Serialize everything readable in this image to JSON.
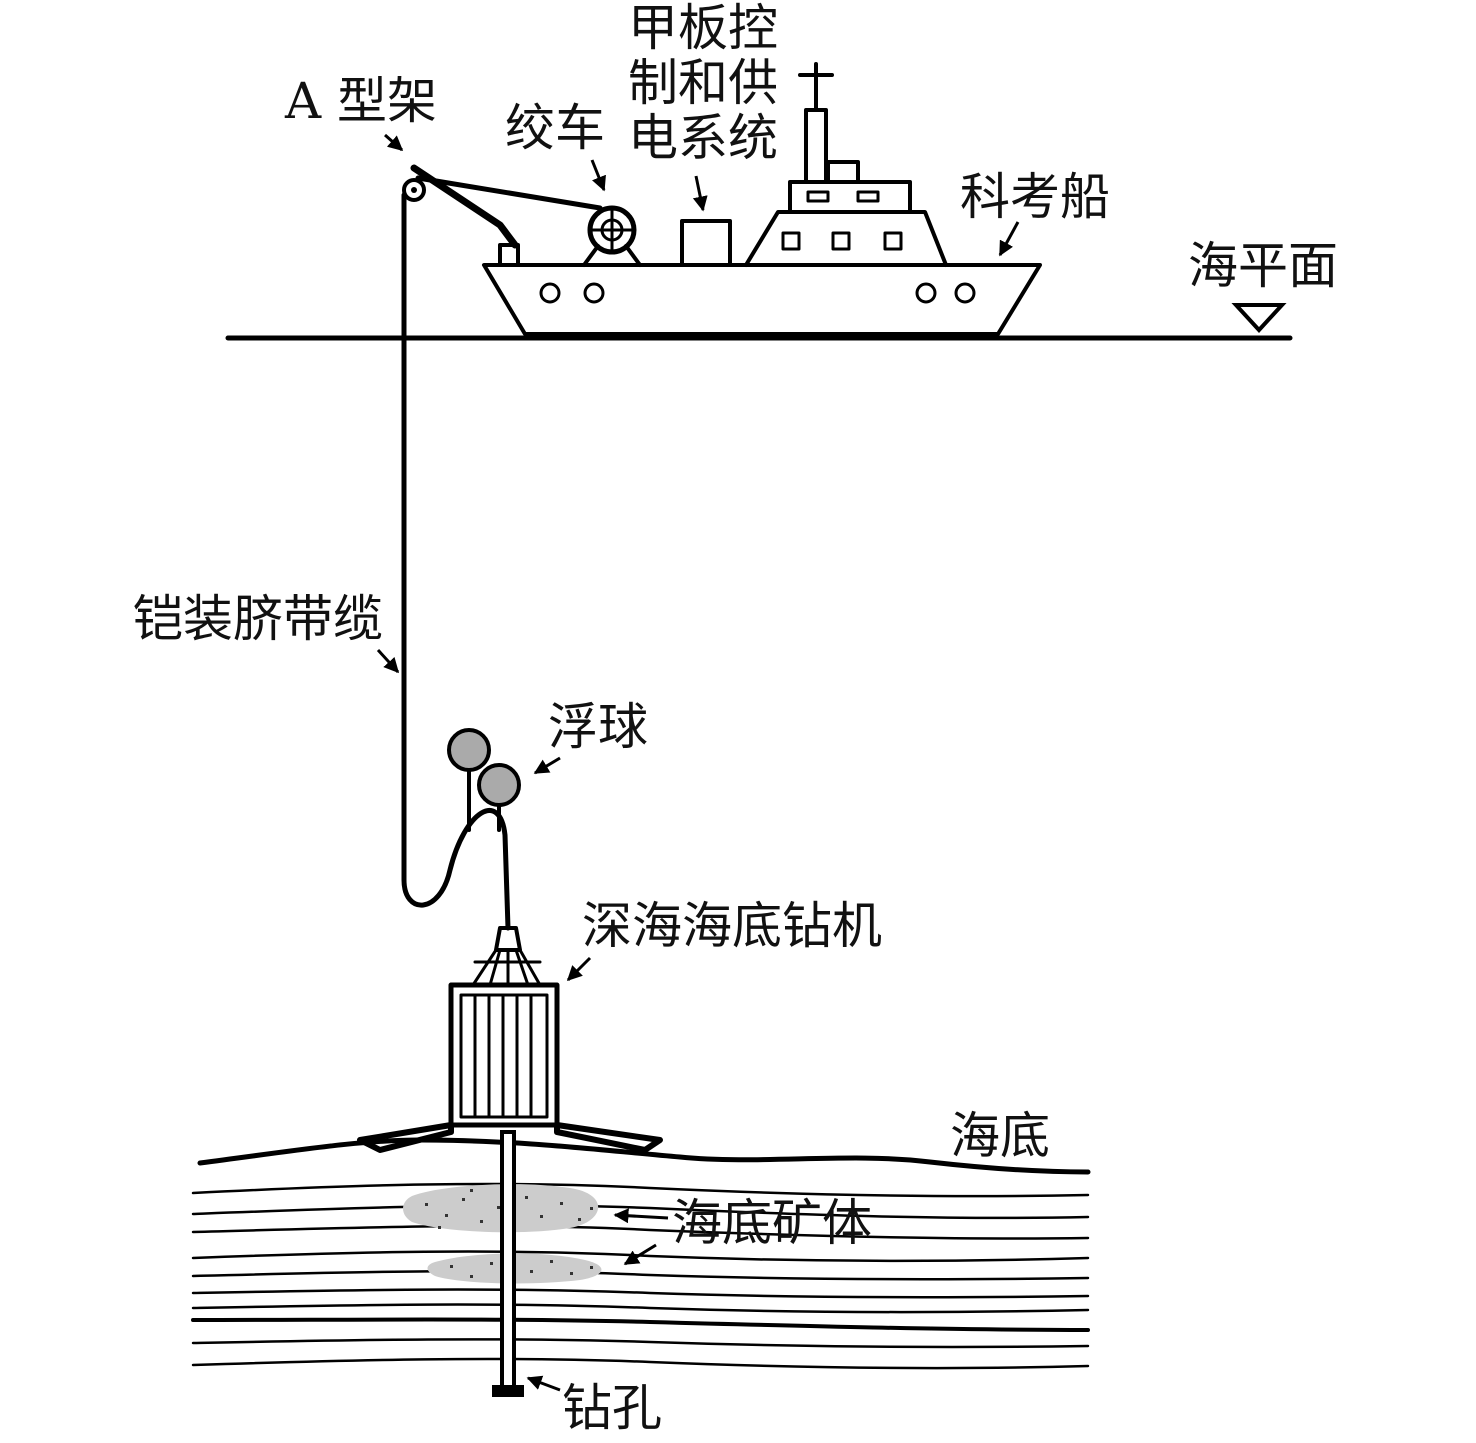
{
  "labels": {
    "a_frame": "A 型架",
    "winch": "绞车",
    "deck_control_line1": "甲板控",
    "deck_control_line2": "制和供",
    "deck_control_line3": "电系统",
    "research_vessel": "科考船",
    "sea_level": "海平面",
    "umbilical_cable": "铠装脐带缆",
    "float_ball": "浮球",
    "deep_sea_drill": "深海海底钻机",
    "seabed": "海底",
    "seabed_ore_body": "海底矿体",
    "borehole": "钻孔"
  },
  "colors": {
    "line": "#000000",
    "float_fill": "#aaaaaa",
    "ore_fill": "#cccccc",
    "background": "#ffffff"
  }
}
